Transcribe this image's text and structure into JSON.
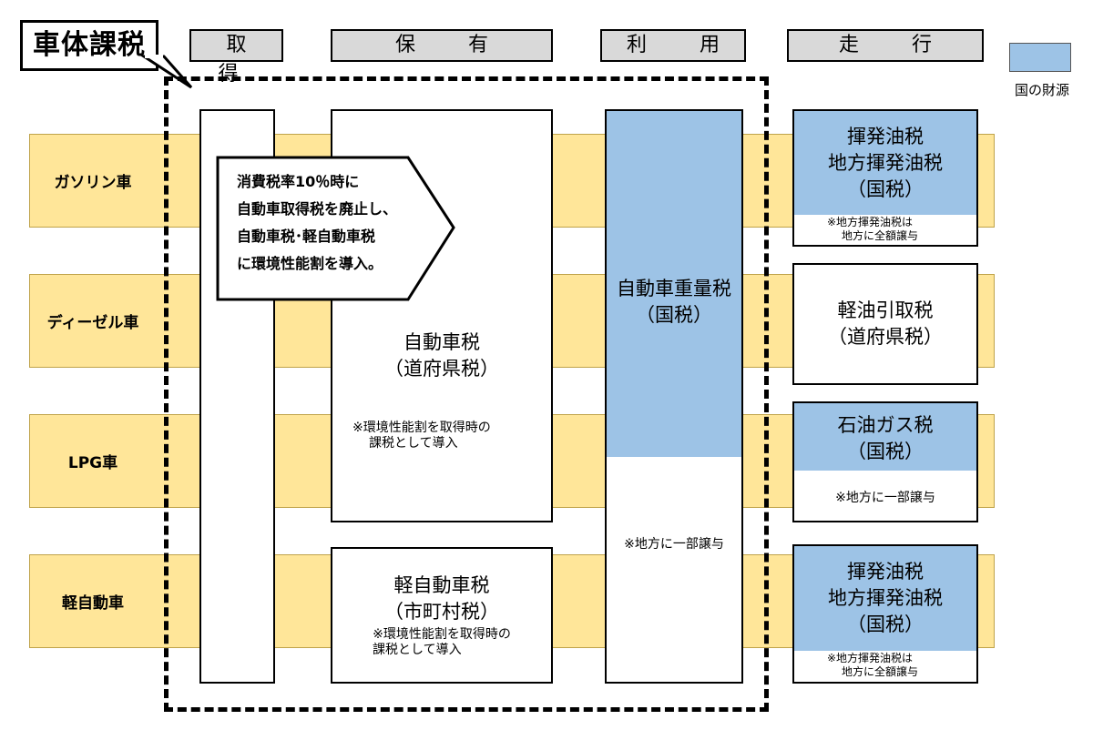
{
  "title": "車体課税",
  "stages": [
    "取　得",
    "保　有",
    "利　用",
    "走　行"
  ],
  "legend": {
    "label": "国の財源",
    "color": "#9dc3e6"
  },
  "vehicles": [
    "ガソリン車",
    "ディーゼル車",
    "LPG車",
    "軽自動車"
  ],
  "callout": {
    "lines": [
      "消費税率10％時に",
      "自動車取得税を廃止し、",
      "自動車税･軽自動車税",
      "に環境性能割を導入。"
    ]
  },
  "hoyuu": {
    "car_tax": {
      "name": "自動車税",
      "sub": "（道府県税）",
      "note1": "※環境性能割を取得時の",
      "note2": "課税として導入"
    },
    "kei_tax": {
      "name": "軽自動車税",
      "sub": "（市町村税）",
      "note1": "※環境性能割を取得時の",
      "note2": "課税として導入"
    }
  },
  "riyou": {
    "name": "自動車重量税",
    "sub": "（国税）",
    "note": "※地方に一部譲与"
  },
  "souko": {
    "gasoline": {
      "l1": "揮発油税",
      "l2": "地方揮発油税",
      "l3": "（国税）",
      "note1": "※地方揮発油税は",
      "note2": "地方に全額譲与"
    },
    "diesel": {
      "l1": "軽油引取税",
      "l2": "（道府県税）"
    },
    "lpg": {
      "l1": "石油ガス税",
      "l2": "（国税）",
      "note": "※地方に一部譲与"
    },
    "kei": {
      "l1": "揮発油税",
      "l2": "地方揮発油税",
      "l3": "（国税）",
      "note1": "※地方揮発油税は",
      "note2": "地方に全額譲与"
    }
  },
  "colors": {
    "row": "#ffe699",
    "header": "#d9d9d9",
    "national": "#9dc3e6"
  }
}
